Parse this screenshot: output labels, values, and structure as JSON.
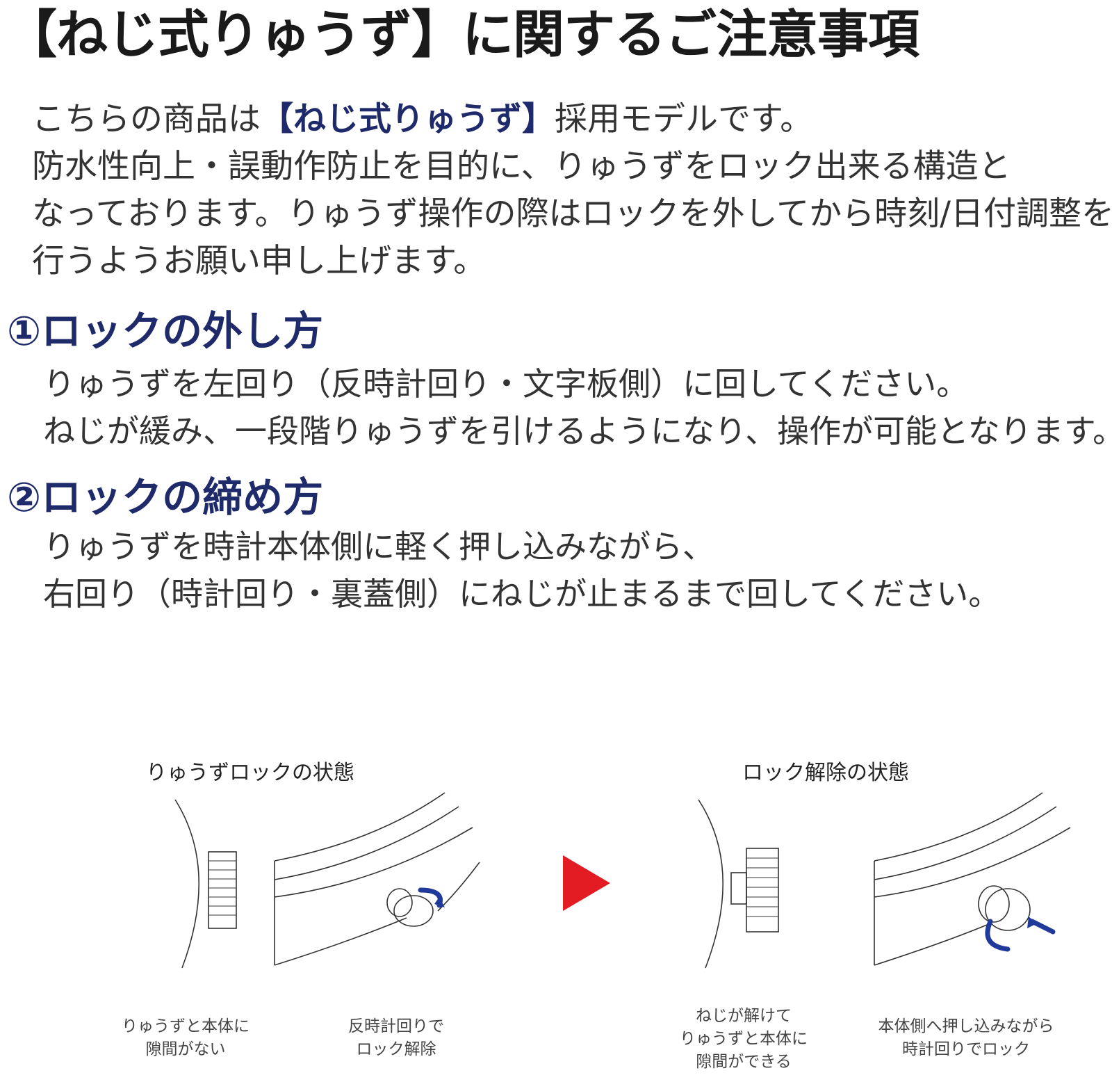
{
  "title": "【ねじ式りゅうず】に関するご注意事項",
  "intro": {
    "line1_pre": "こちらの商品は",
    "line1_em": "【ねじ式りゅうず】",
    "line1_post": "採用モデルです。",
    "line2": "防水性向上・誤動作防止を目的に、りゅうずをロック出来る構造と",
    "line3": "なっております。りゅうず操作の際はロックを外してから時刻/日付調整を",
    "line4": "行うようお願い申し上げます。"
  },
  "section1": {
    "heading": "①ロックの外し方",
    "lines": [
      "りゅうずを左回り（反時計回り・文字板側）に回してください。",
      "ねじが緩み、一段階りゅうずを引けるようになり、操作が可能となります。"
    ]
  },
  "section2": {
    "heading": "②ロックの締め方",
    "lines": [
      "りゅうずを時計本体側に軽く押し込みながら、",
      "右回り（時計回り・裏蓋側）にねじが止まるまで回してください。"
    ]
  },
  "diagram": {
    "locked_title": "りゅうずロックの状態",
    "unlocked_title": "ロック解除の状態",
    "captions": {
      "locked_gap": [
        "りゅうずと本体に",
        "隙間がない"
      ],
      "locked_turn": [
        "反時計回りで",
        "ロック解除"
      ],
      "unlocked_gap": [
        "ねじが解けて",
        "りゅうずと本体に",
        "隙間ができる"
      ],
      "unlocked_turn": [
        "本体側へ押し込みながら",
        "時計回りでロック"
      ]
    },
    "colors": {
      "arrow": "#e31b23",
      "rotation": "#1f3a9a",
      "line": "#333333"
    }
  }
}
